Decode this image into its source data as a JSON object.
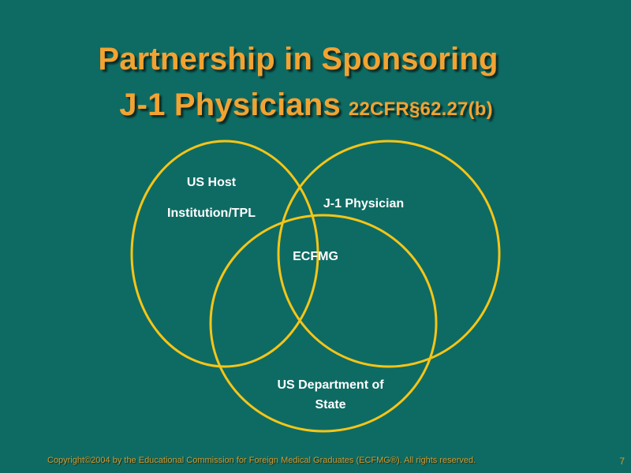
{
  "slide": {
    "title_line1": "Partnership in Sponsoring",
    "title_line2": "J-1 Physicians",
    "title_citation": "22CFR§62.27(b)",
    "footer": "Copyright©2004 by the Educational Commission for Foreign Medical Graduates (ECFMG®).  All rights reserved.",
    "page_number": "7"
  },
  "diagram": {
    "circle_color": "#f5c518",
    "labels": {
      "host_line1": "US Host",
      "host_line2": "Institution/TPL",
      "physician": "J-1 Physician",
      "center": "ECFMG",
      "state_line1": "US Department of",
      "state_line2": "State"
    }
  }
}
